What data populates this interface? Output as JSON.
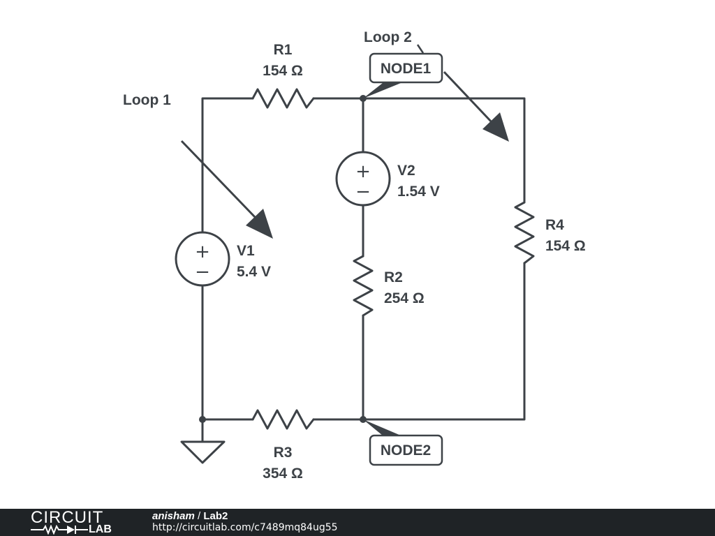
{
  "schematic": {
    "loops": [
      "Loop 1",
      "Loop 2"
    ],
    "nodes": [
      "NODE1",
      "NODE2"
    ],
    "components": [
      {
        "ref": "R1",
        "value": "154 Ω"
      },
      {
        "ref": "V2",
        "value": "1.54 V"
      },
      {
        "ref": "V1",
        "value": "5.4 V"
      },
      {
        "ref": "R4",
        "value": "154 Ω"
      },
      {
        "ref": "R2",
        "value": "254 Ω"
      },
      {
        "ref": "R3",
        "value": "354 Ω"
      }
    ],
    "source_signs": {
      "plus": "+",
      "minus": "−"
    }
  },
  "footer": {
    "brand_top": "CIRCUIT",
    "brand_bottom": "LAB",
    "user": "anisham",
    "separator": "/",
    "project": "Lab2",
    "url": "http://circuitlab.com/c7489mq84ug55"
  }
}
